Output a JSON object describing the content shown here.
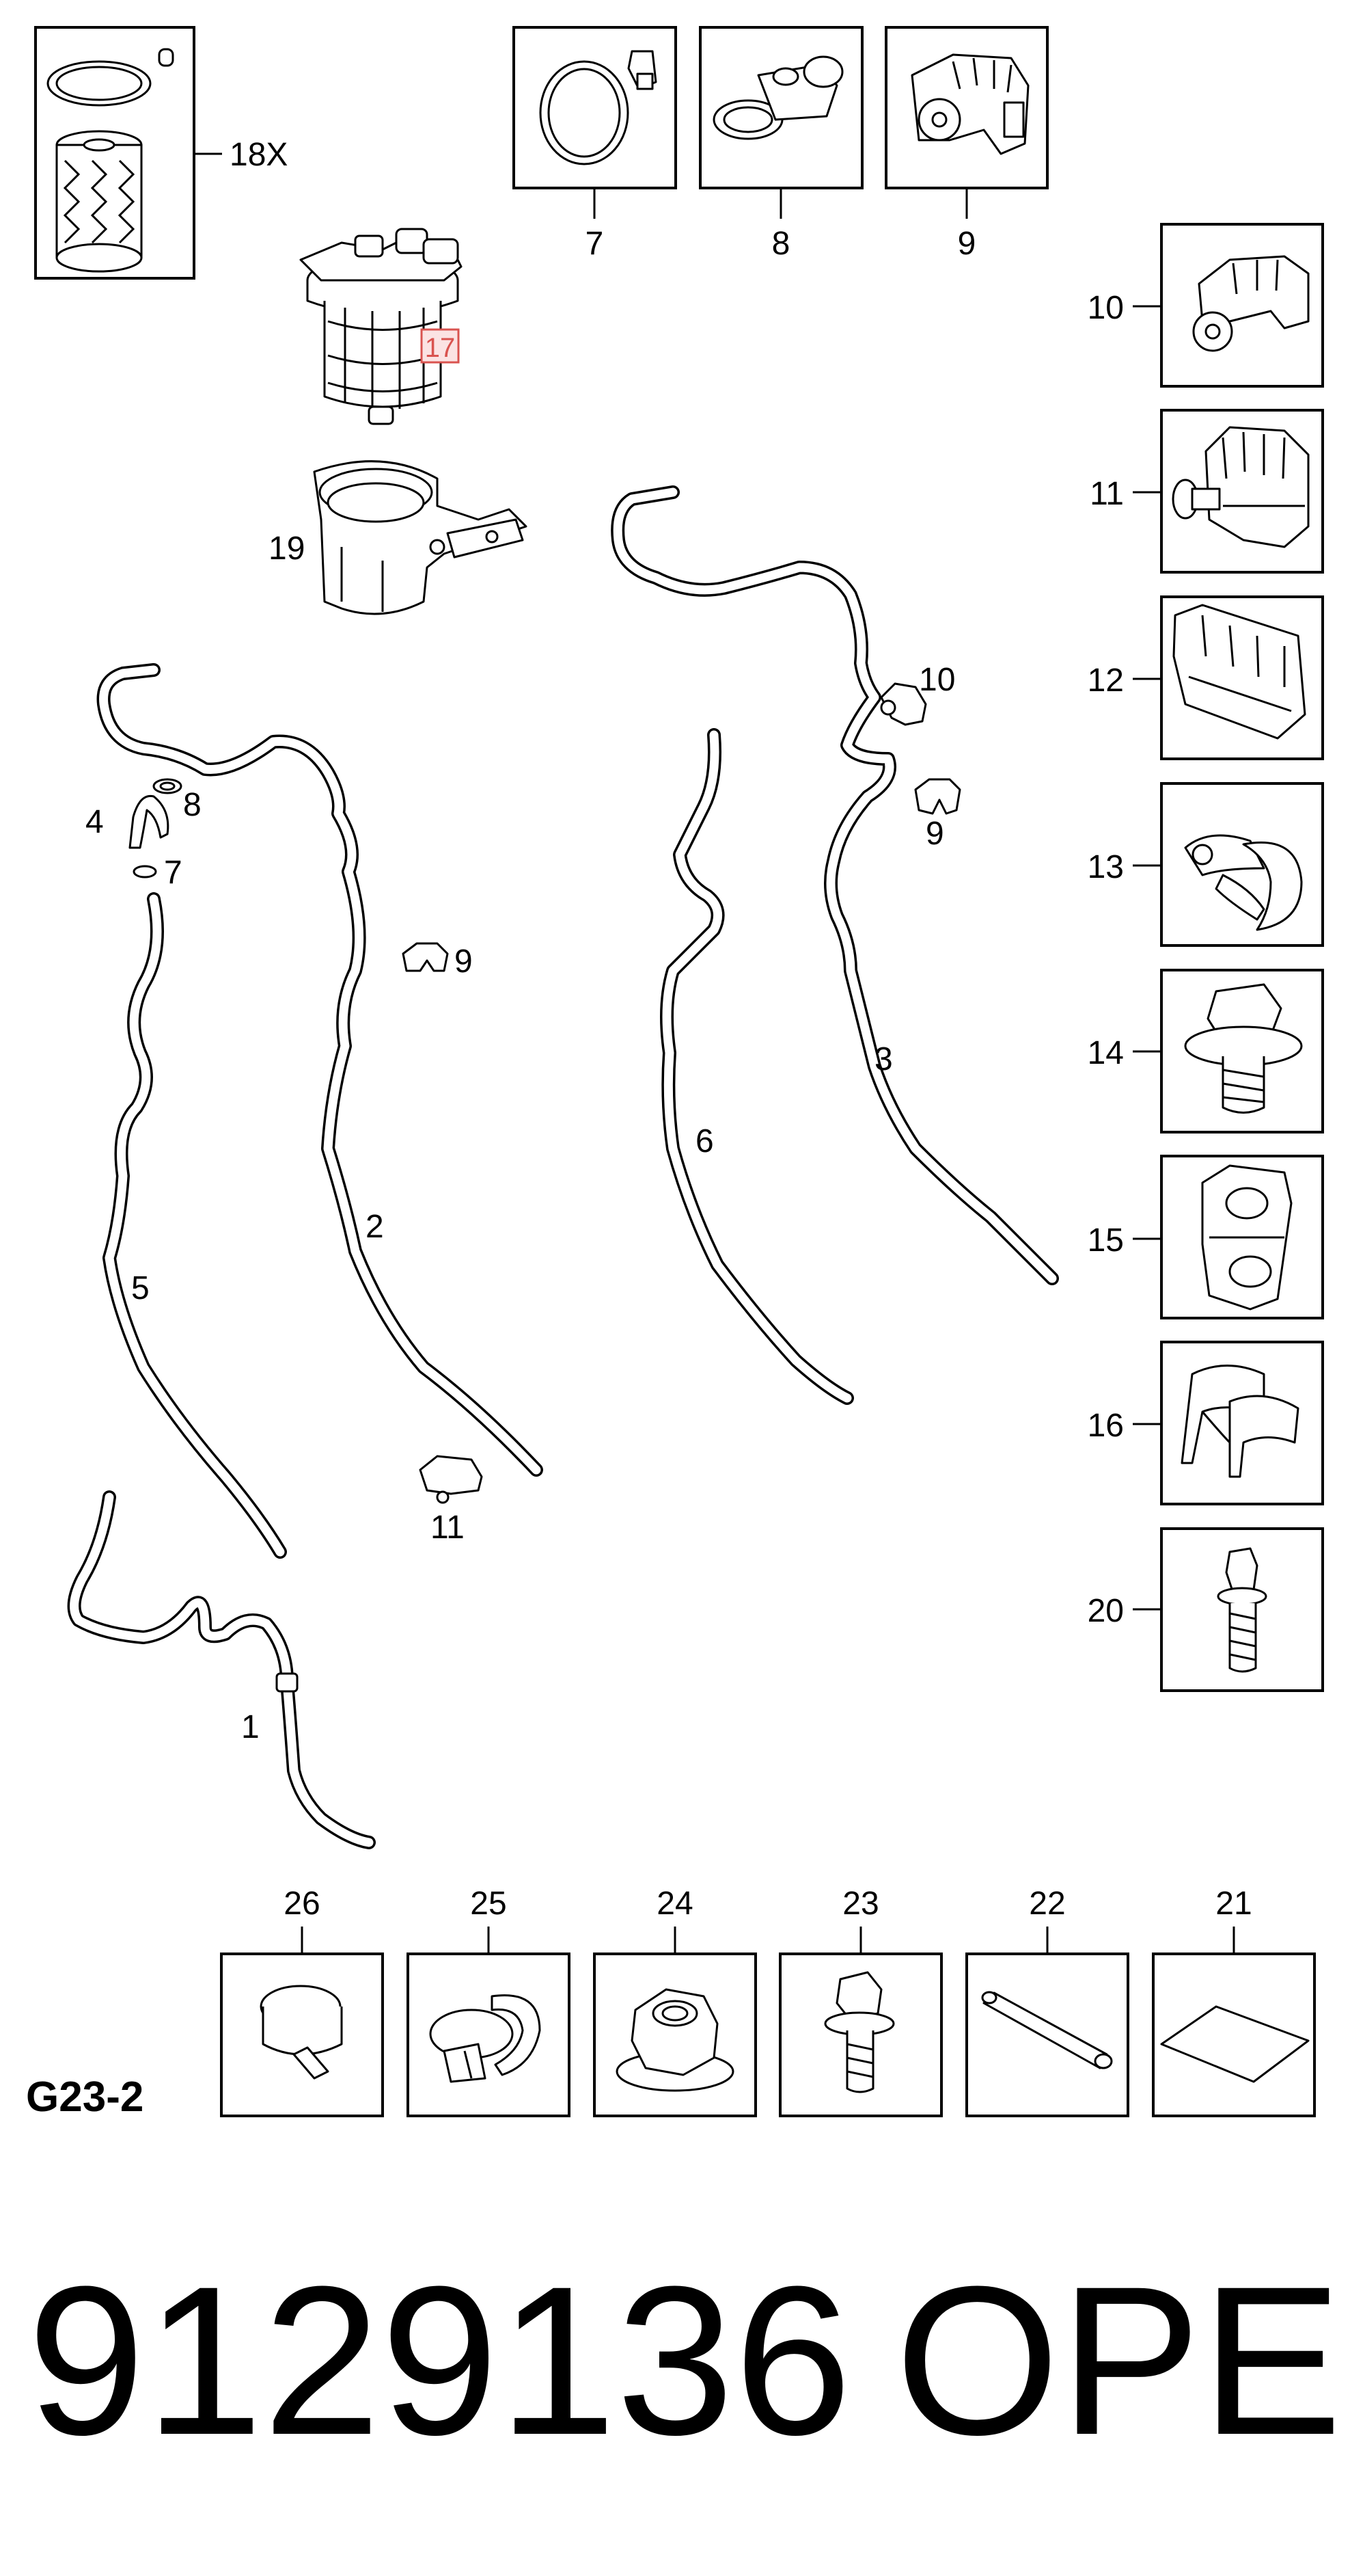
{
  "diagram_code": "G23-2",
  "part_number": "9129136",
  "brand": "OPEL",
  "highlight_color": "#d9534f",
  "highlight_fill": "#fbe3e3",
  "callouts": {
    "c1": "1",
    "c2": "2",
    "c3": "3",
    "c4": "4",
    "c5": "5",
    "c6": "6",
    "c7": "7",
    "c8": "8",
    "c9": "9",
    "c10": "10",
    "c11": "11",
    "c17": "17",
    "c18": "18X",
    "c19": "19"
  },
  "boxes": {
    "b7": "7",
    "b8": "8",
    "b9": "9",
    "b10": "10",
    "b11": "11",
    "b12": "12",
    "b13": "13",
    "b14": "14",
    "b15": "15",
    "b16": "16",
    "b20": "20",
    "b21": "21",
    "b22": "22",
    "b23": "23",
    "b24": "24",
    "b25": "25",
    "b26": "26"
  }
}
